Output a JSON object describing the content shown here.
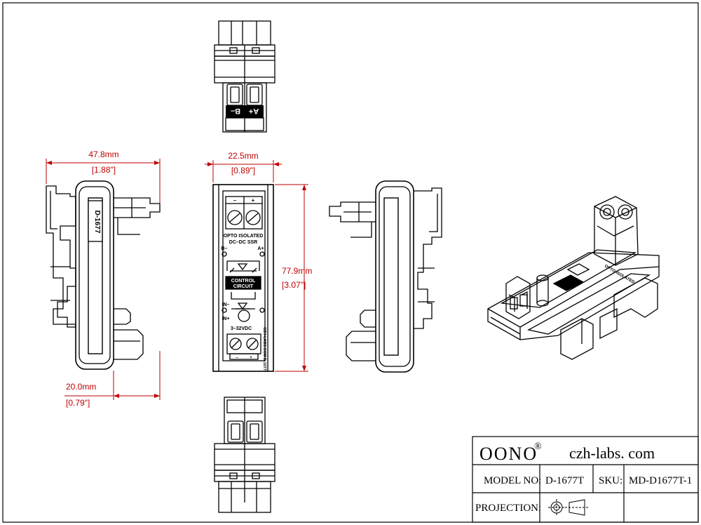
{
  "dimensions": {
    "width": {
      "mm": "47.8mm",
      "inch": "[1.88\"]"
    },
    "module_width": {
      "mm": "22.5mm",
      "inch": "[0.89\"]"
    },
    "height": {
      "mm": "77.9mm",
      "inch": "[3.07\"]"
    },
    "offset": {
      "mm": "20.0mm",
      "inch": "[0.79\"]"
    }
  },
  "side_label": "D-1677",
  "pcb": {
    "top_terminal_labels": [
      "–",
      "+"
    ],
    "title_line1": "OPTO ISOLATED",
    "title_line2": "DC–DC SSR",
    "pin_b_minus": "B–",
    "pin_a_plus": "A+",
    "control_line1": "CONTROL",
    "control_line2": "CIRCUIT",
    "pin_in_minus": "IN–",
    "pin_in_plus": "IN+",
    "voltage": "3–32VDC",
    "side_text": "CZH-LABS.COM D-1677",
    "bottom_terminal_labels": [
      "–",
      "+"
    ]
  },
  "top_connector_labels": [
    "B–",
    "A+"
  ],
  "title_block": {
    "brand": "OONO",
    "brand_mark": "®",
    "website": "czh-labs. com",
    "model_label": "MODEL NO:",
    "model_value": "D-1677T",
    "sku_label": "SKU:",
    "sku_value": "MD-D1677T-1",
    "projection_label": "PROJECTION:"
  },
  "colors": {
    "line": "#000000",
    "dimension": "#c00000",
    "background": "#ffffff"
  }
}
